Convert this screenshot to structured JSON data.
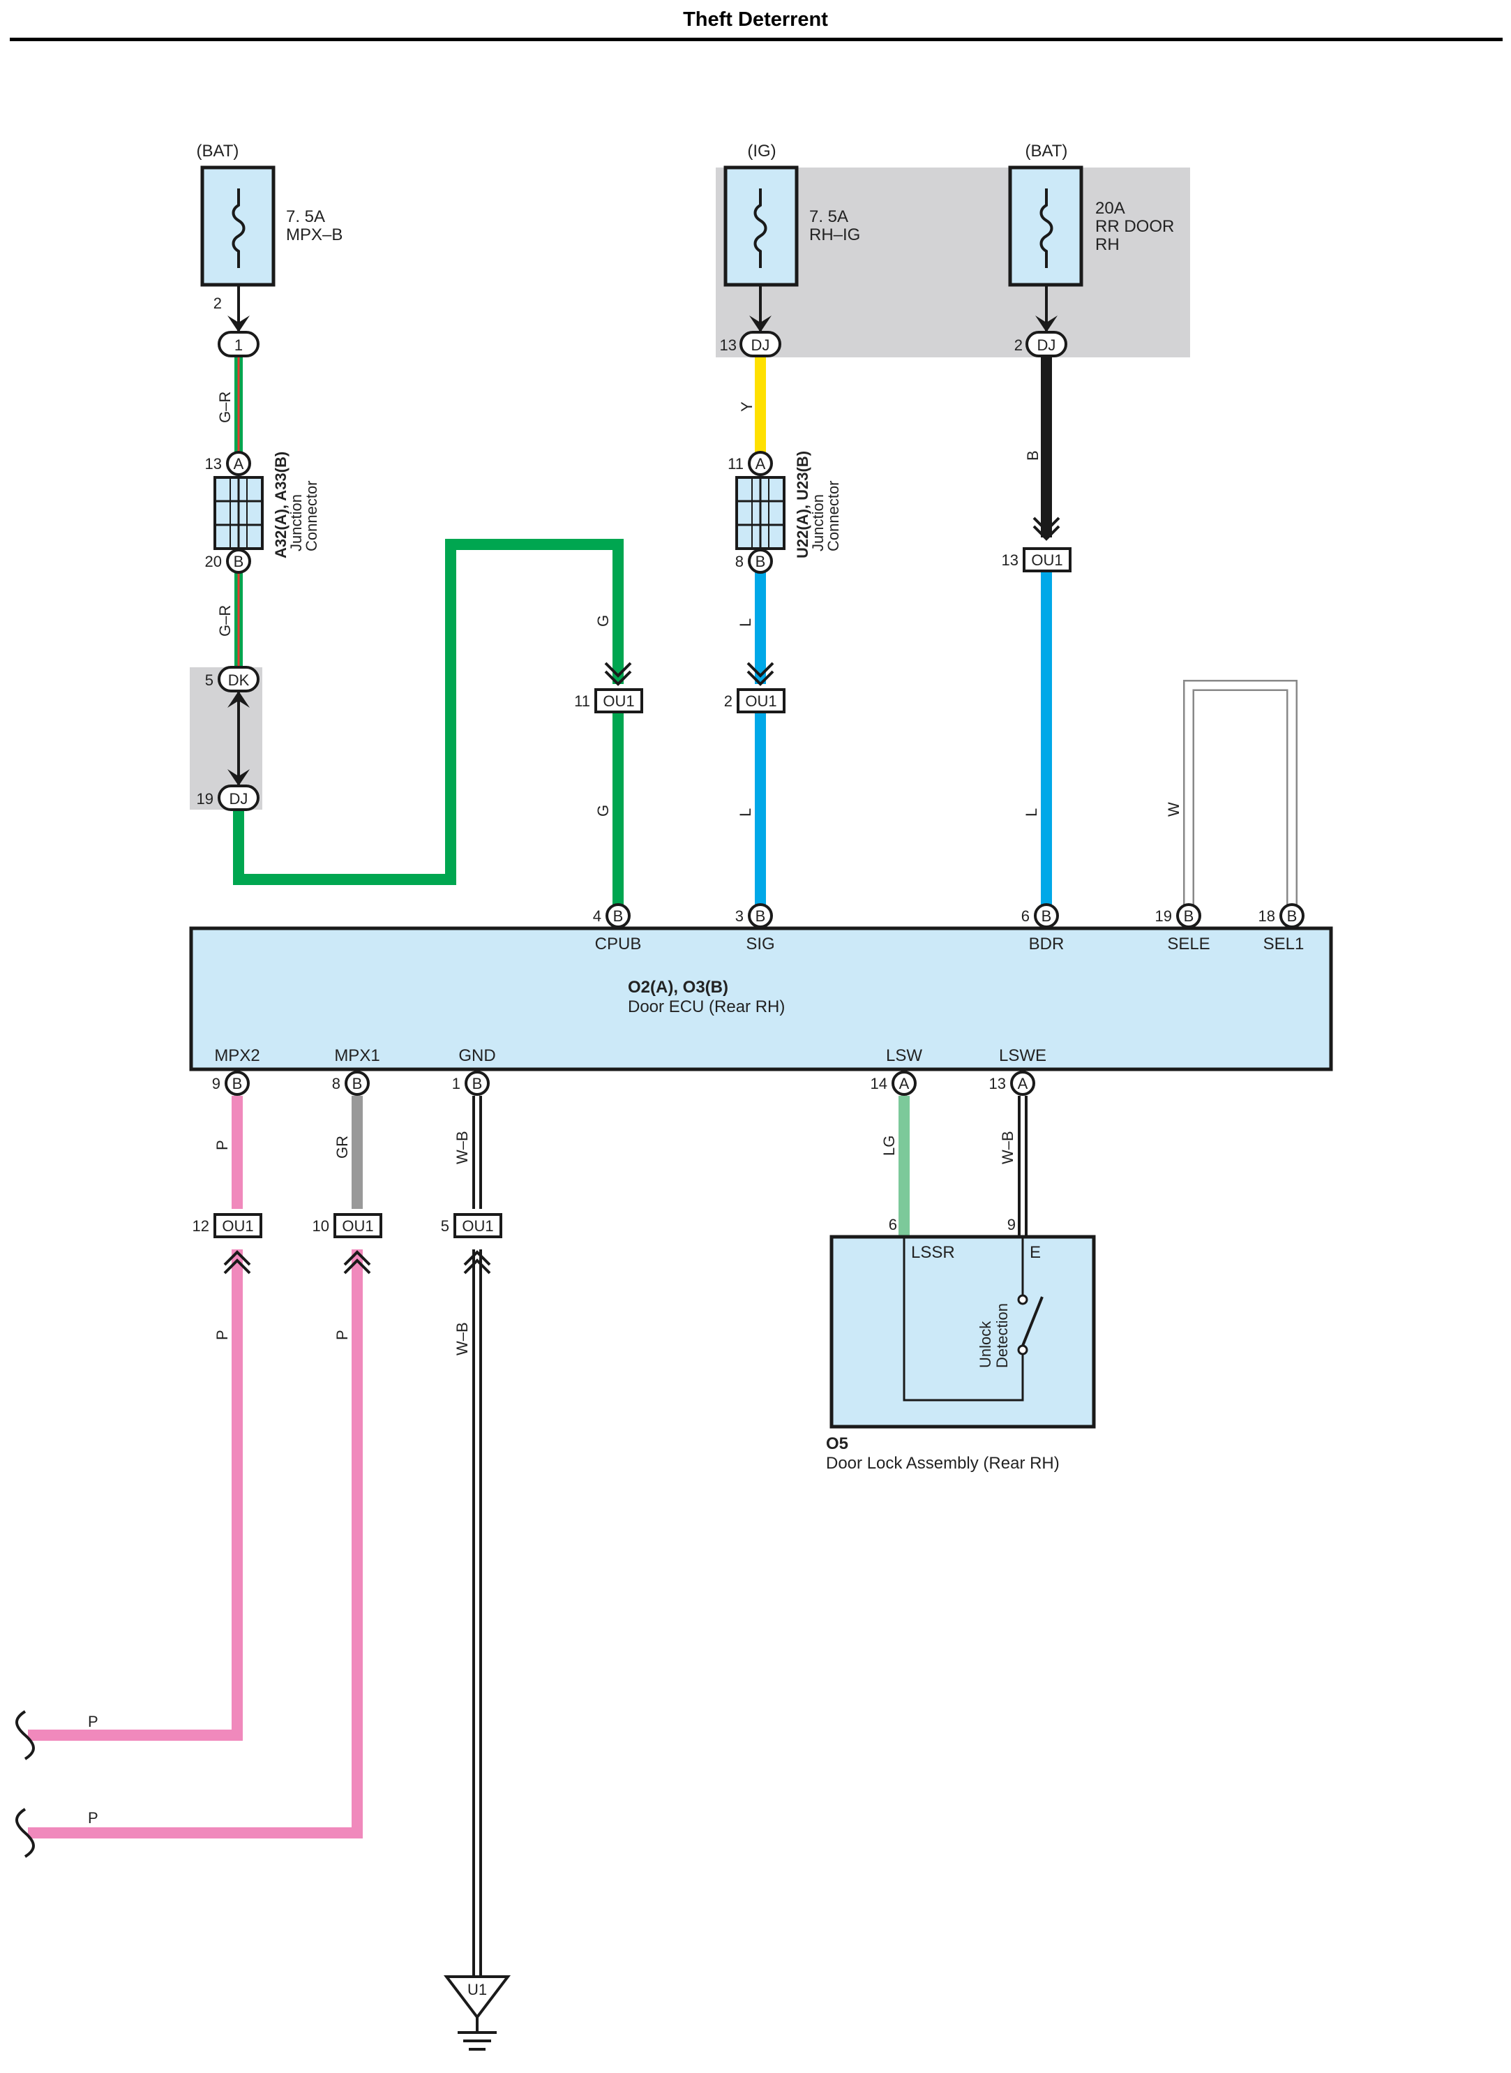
{
  "page": {
    "title": "Theft Deterrent"
  },
  "colors": {
    "panel_fill": "#cce9f8",
    "shade_fill": "#d3d3d5",
    "wire_G": "#00a650",
    "wire_Y": "#ffe000",
    "wire_L": "#00a8e8",
    "wire_B": "#1a1a1a",
    "wire_P": "#f089bc",
    "wire_GR": "#999999",
    "wire_LG": "#7cc99a",
    "wire_GR_stripe": "#e53b2d"
  },
  "icons": {
    "fuse": "fuse-symbol",
    "switch": "switch-symbol",
    "ground": "ground-symbol"
  },
  "fuses": [
    {
      "source": "(BAT)",
      "rating": "7. 5A",
      "name": "MPX–B",
      "name2": ""
    },
    {
      "source": "(IG)",
      "rating": "7. 5A",
      "name": "RH–IG",
      "name2": ""
    },
    {
      "source": "(BAT)",
      "rating": "20A",
      "name": "RR DOOR",
      "name2": "RH"
    }
  ],
  "connector_labels": {
    "c1": "1",
    "dj": "DJ",
    "dk": "DK",
    "ou1": "OU1",
    "a": "A",
    "b": "B",
    "u1": "U1"
  },
  "pins": {
    "fuse1_out": "2",
    "dj_13": "13",
    "dj_2": "2",
    "jc1_a": "13",
    "jc1_b": "20",
    "jc2_a": "11",
    "jc2_b": "8",
    "dk_5": "5",
    "dj_19": "19",
    "ou1_11": "11",
    "ou1_2": "2",
    "ou1_13": "13",
    "ecu_cpub": "4",
    "ecu_sig": "3",
    "ecu_bdr": "6",
    "ecu_sele": "19",
    "ecu_sel1": "18",
    "ecu_mpx2": "9",
    "ecu_mpx1": "8",
    "ecu_gnd": "1",
    "ecu_lsw": "14",
    "ecu_lswe": "13",
    "ou1_12": "12",
    "ou1_10": "10",
    "ou1_5": "5",
    "lock_lssr": "6",
    "lock_e": "9"
  },
  "junction_connectors": [
    {
      "id": "A32(A), A33(B)",
      "desc1": "Junction",
      "desc2": "Connector"
    },
    {
      "id": "U22(A), U23(B)",
      "desc1": "Junction",
      "desc2": "Connector"
    }
  ],
  "wire_labels": {
    "gr1": "G–R",
    "gr2": "G–R",
    "y": "Y",
    "b": "B",
    "g1": "G",
    "g2": "G",
    "l1": "L",
    "l2": "L",
    "l3": "L",
    "w": "W",
    "p1": "P",
    "gr": "GR",
    "wb1": "W–B",
    "lg": "LG",
    "wb2": "W–B",
    "p2": "P",
    "p3": "P",
    "wb3": "W–B",
    "p4": "P",
    "p5": "P"
  },
  "ecu": {
    "id": "O2(A), O3(B)",
    "name": "Door ECU (Rear RH)",
    "top_terminals": [
      "CPUB",
      "SIG",
      "BDR",
      "SELE",
      "SEL1"
    ],
    "bottom_terminals": [
      "MPX2",
      "MPX1",
      "GND",
      "LSW",
      "LSWE"
    ]
  },
  "door_lock": {
    "id": "O5",
    "name": "Door Lock Assembly (Rear RH)",
    "terminals": [
      "LSSR",
      "E"
    ],
    "switch_label1": "Unlock",
    "switch_label2": "Detection"
  }
}
